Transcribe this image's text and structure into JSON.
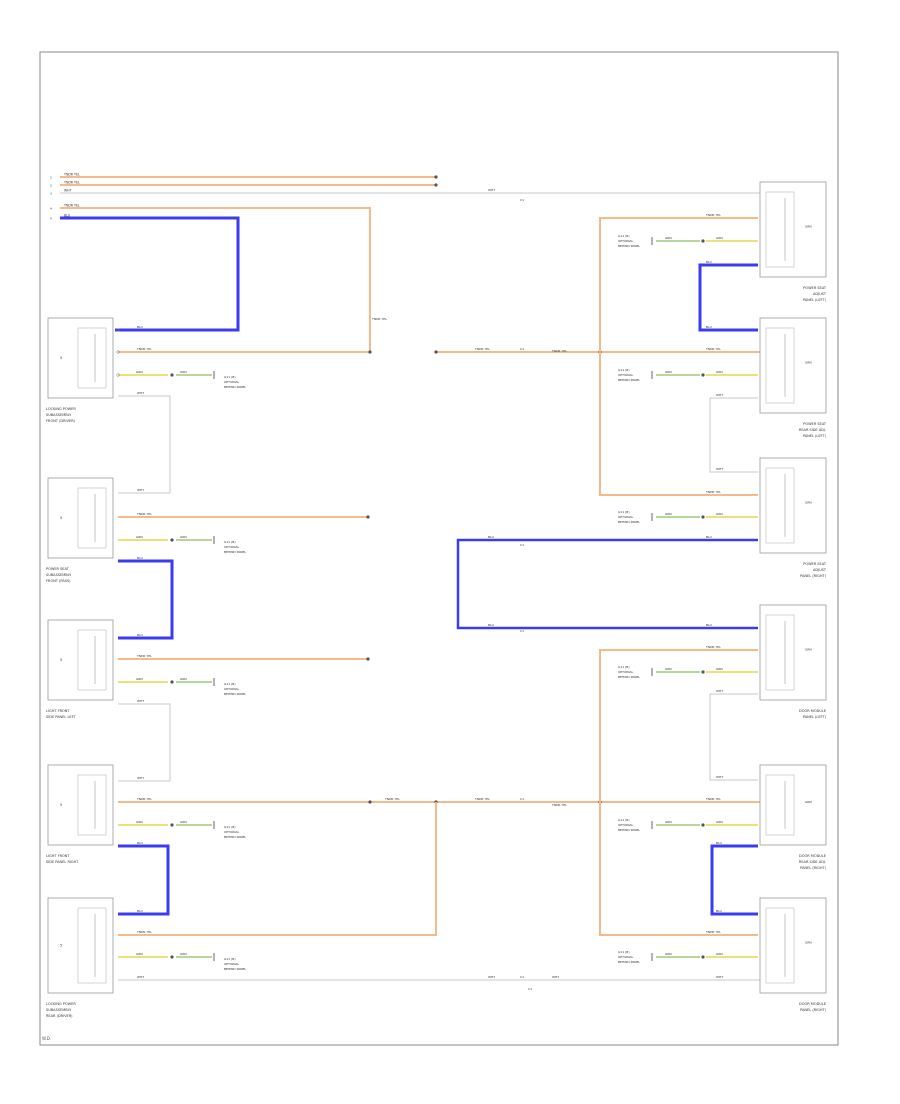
{
  "diagram": {
    "footer_label": "W.D.",
    "bus_labels": [
      "TNDR YEL",
      "TNDR YEL",
      "WHT",
      "TNDR YEL",
      "BLU"
    ],
    "bus_pin_numbers": [
      "1",
      "2",
      "3",
      "4",
      "5"
    ],
    "left_modules": [
      {
        "caption": [
          "LOCKING POWER",
          "SUBASSEMBLY",
          "FRONT (DRIVER)"
        ],
        "pin": "5"
      },
      {
        "caption": [
          "POWER SEAT",
          "SUBASSEMBLY",
          "FRONT (PASS)"
        ],
        "pin": "5"
      },
      {
        "caption": [
          "LIGHT FRONT",
          "SIDE PANEL LEFT"
        ],
        "pin": "5"
      },
      {
        "caption": [
          "LIGHT FRONT",
          "SIDE PANEL RIGHT"
        ],
        "pin": "5"
      },
      {
        "caption": [
          "LOCKING POWER",
          "SUBASSEMBLY",
          "REAR (DRIVER)"
        ],
        "pin": "5"
      }
    ],
    "right_modules": [
      {
        "caption": [
          "POWER SEAT",
          "ADJUST",
          "PANEL (LEFT)"
        ]
      },
      {
        "caption": [
          "POWER SEAT",
          "REAR SIDE ADJ.",
          "PANEL (LEFT)"
        ]
      },
      {
        "caption": [
          "POWER SEAT",
          "ADJUST",
          "PANEL (RIGHT)"
        ]
      },
      {
        "caption": [
          "DOOR MODULE",
          "PANEL (LEFT)"
        ]
      },
      {
        "caption": [
          "DOOR MODULE",
          "REAR SIDE ADJ.",
          "PANEL (RIGHT)"
        ]
      },
      {
        "caption": [
          "DOOR MODULE",
          "PANEL (RIGHT)"
        ]
      }
    ],
    "wire_labels": {
      "orange": "TNDR YEL",
      "blue": "BLU",
      "white": "WHT",
      "green": "GRN",
      "ground": "GRN",
      "splice": "C1"
    },
    "ground_note": [
      "G11 (B)",
      "OPTIONAL",
      "BEHIND PANEL"
    ],
    "colors": {
      "orange": "#f5b98a",
      "blue": "#3b3bf0",
      "white": "#c8c8c8",
      "yellow": "#e7e37a",
      "green": "#b6d69a",
      "frame": "#888888"
    }
  }
}
